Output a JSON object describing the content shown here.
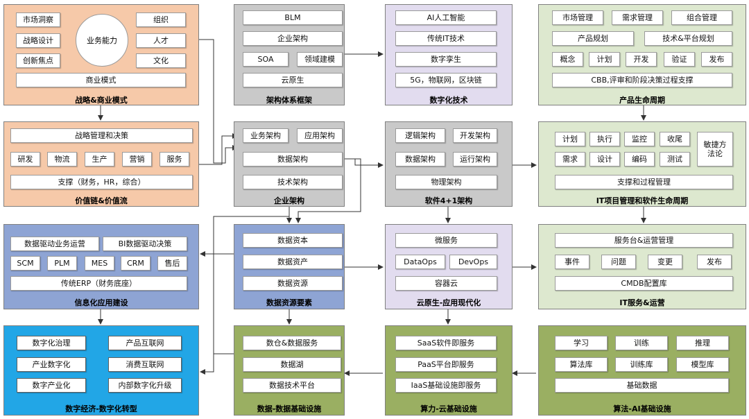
{
  "panels": {
    "strategy": {
      "title": "战略&商业模式",
      "left": [
        "市场洞察",
        "战略设计",
        "创新焦点"
      ],
      "center": "业务能力",
      "right": [
        "组织",
        "人才",
        "文化"
      ],
      "bottom": "商业模式"
    },
    "arch_framework": {
      "title": "架构体系框架",
      "items": [
        "BLM",
        "企业架构",
        "SOA",
        "领域建模",
        "云原生"
      ]
    },
    "digital_tech": {
      "title": "数字化技术",
      "items": [
        "AI人工智能",
        "传统IT技术",
        "数字孪生",
        "5G，物联网，区块链"
      ]
    },
    "product_lifecycle": {
      "title": "产品生命周期",
      "row1": [
        "市场管理",
        "需求管理",
        "组合管理"
      ],
      "row2": [
        "产品规划",
        "技术&平台规划"
      ],
      "row3": [
        "概念",
        "计划",
        "开发",
        "验证",
        "发布"
      ],
      "bottom": "CBB,评审和阶段决策过程支撑"
    },
    "value_chain": {
      "title": "价值链&价值流",
      "top": "战略管理和决策",
      "row": [
        "研发",
        "物流",
        "生产",
        "营销",
        "服务"
      ],
      "bottom": "支撑（财务，HR，综合）"
    },
    "enterprise_arch": {
      "title": "企业架构",
      "items": [
        "业务架构",
        "应用架构",
        "数据架构",
        "技术架构"
      ]
    },
    "software_arch": {
      "title": "软件4+1架构",
      "items": [
        "逻辑架构",
        "开发架构",
        "数据架构",
        "运行架构",
        "物理架构"
      ]
    },
    "it_project": {
      "title": "IT项目管理和软件生命周期",
      "row1": [
        "计划",
        "执行",
        "监控",
        "收尾"
      ],
      "row2": [
        "需求",
        "设计",
        "编码",
        "测试"
      ],
      "side": "敏捷方法论",
      "bottom": "支撑和过程管理"
    },
    "info_app": {
      "title": "信息化应用建设",
      "row1": [
        "数据驱动业务运营",
        "BI数据驱动决策"
      ],
      "row2": [
        "SCM",
        "PLM",
        "MES",
        "CRM",
        "售后"
      ],
      "bottom": "传统ERP（财务底座）"
    },
    "data_elements": {
      "title": "数据资源要素",
      "items": [
        "数据资本",
        "数据资产",
        "数据资源"
      ]
    },
    "cloud_native": {
      "title": "云原生-应用现代化",
      "items": [
        "微服务",
        "DataOps",
        "DevOps",
        "容器云"
      ]
    },
    "it_service": {
      "title": "IT服务&运营",
      "top": "服务台&运营管理",
      "row": [
        "事件",
        "问题",
        "变更",
        "发布"
      ],
      "bottom": "CMDB配置库"
    },
    "digital_economy": {
      "title": "数字经济-数字化转型",
      "left": [
        "数字化治理",
        "产业数字化",
        "数字产业化"
      ],
      "right": [
        "产品互联网",
        "消费互联网",
        "内部数字化升级"
      ]
    },
    "data_infra": {
      "title": "数据-数据基础设施",
      "items": [
        "数仓&数据服务",
        "数据湖",
        "数据技术平台"
      ]
    },
    "compute_infra": {
      "title": "算力-云基础设施",
      "items": [
        "SaaS软件即服务",
        "PaaS平台即服务",
        "IaaS基础设施即服务"
      ]
    },
    "ai_infra": {
      "title": "算法-AI基础设施",
      "row1": [
        "学习",
        "训练",
        "推理"
      ],
      "row2": [
        "算法库",
        "训练库",
        "模型库"
      ],
      "bottom": "基础数据"
    }
  },
  "colors": {
    "orange": "#f6c9a9",
    "grey": "#c9c9c9",
    "purple": "#e2dcef",
    "green": "#dde8cf",
    "blue": "#8ea4d4",
    "cyan": "#22a6e6",
    "olive": "#9aaf62"
  }
}
